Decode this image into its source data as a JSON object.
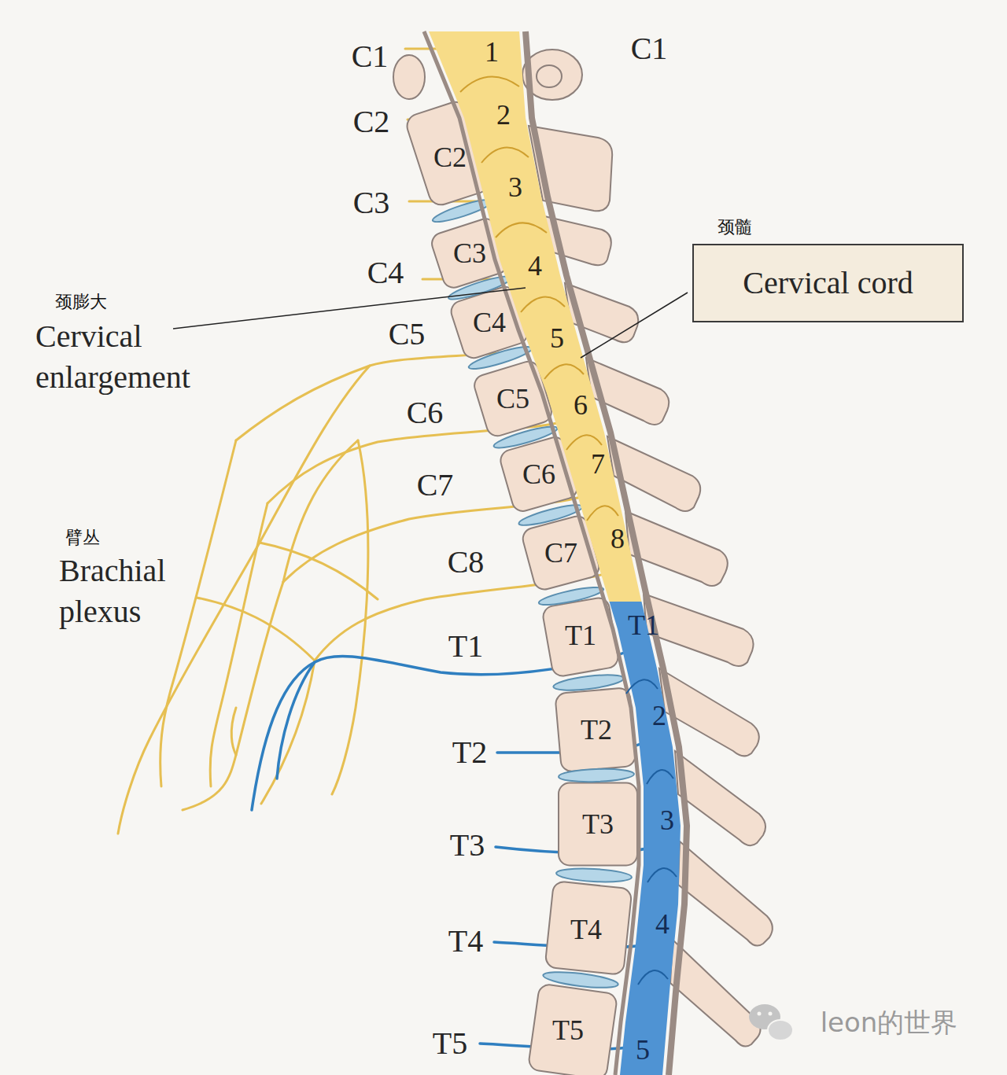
{
  "diagram": {
    "nodes": [
      {
        "text": [
          "颈髓",
          "Cervical cord"
        ]
      }
    ],
    "labels": [
      "C1",
      "1",
      "C1",
      "C2",
      "2",
      "C2",
      "C3",
      "3",
      "C3",
      "C4",
      "4",
      "颈膨大",
      "Cervical enlargement",
      "C5",
      "C4",
      "5",
      "C6",
      "C5",
      "6",
      "7",
      "C7",
      "C6",
      "臂丛",
      "Brachial plexus",
      "8",
      "C8",
      "C7",
      "T1",
      "T1",
      "T1",
      "2",
      "T2",
      "T2",
      "3",
      "T3",
      "T3",
      "4",
      "T4",
      "T4",
      "T5",
      "T5",
      "5",
      "leon的世界"
    ]
  }
}
